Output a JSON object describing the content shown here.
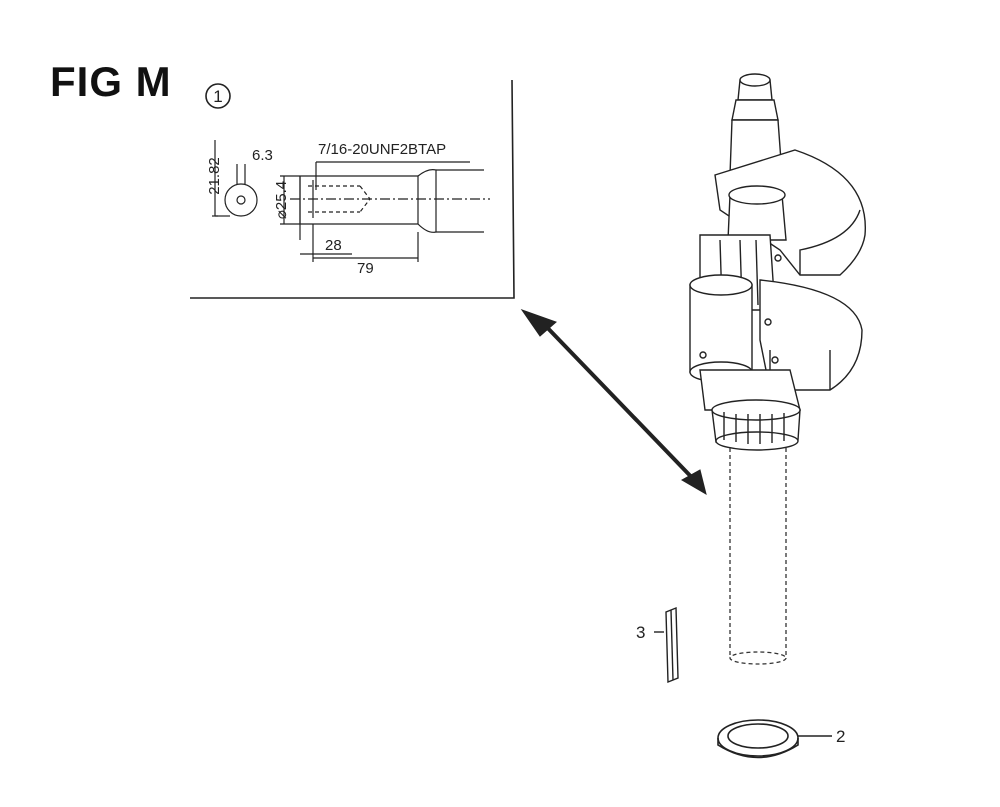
{
  "figure": {
    "title": "FIG M",
    "detail_marker": "1"
  },
  "detail": {
    "thread_spec": "7/16-20UNF2BTAP",
    "dim_keyway_height": "21.82",
    "dim_keyway_width": "6.3",
    "dim_diameter": "⌀25.4",
    "dim_tap_depth": "28",
    "dim_shaft_length": "79"
  },
  "parts": [
    {
      "callout": "3",
      "icon": "shaft-key"
    },
    {
      "callout": "2",
      "icon": "seal-ring"
    }
  ],
  "main_part_icon": "crankshaft",
  "colors": {
    "line": "#222222",
    "background": "#ffffff"
  }
}
